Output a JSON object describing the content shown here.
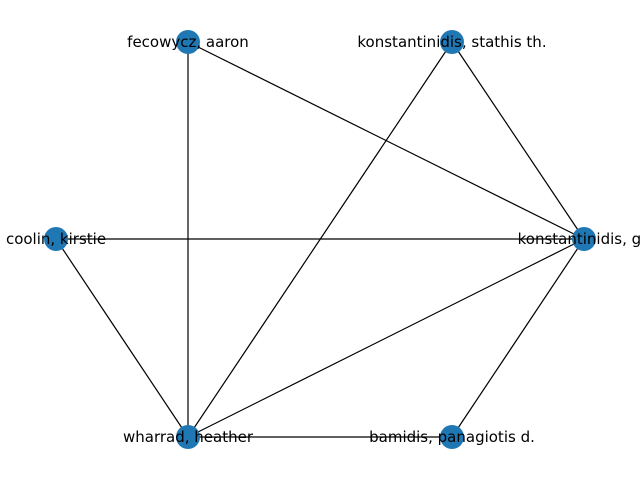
{
  "graph": {
    "node_color": "#1f77b4",
    "edge_color": "#000000",
    "nodes": [
      {
        "id": "fecowycz",
        "label": "fecowycz, aaron"
      },
      {
        "id": "konstantinidis_stathis",
        "label": "konstantinidis, stathis th."
      },
      {
        "id": "coolin",
        "label": "coolin, kirstie"
      },
      {
        "id": "konstantinidis_ge",
        "label": "konstantinidis, ge"
      },
      {
        "id": "wharrad",
        "label": "wharrad, heather"
      },
      {
        "id": "bamidis",
        "label": "bamidis, panagiotis d."
      }
    ],
    "edges": [
      [
        "fecowycz",
        "wharrad"
      ],
      [
        "fecowycz",
        "konstantinidis_ge"
      ],
      [
        "konstantinidis_stathis",
        "wharrad"
      ],
      [
        "konstantinidis_stathis",
        "konstantinidis_ge"
      ],
      [
        "coolin",
        "konstantinidis_ge"
      ],
      [
        "coolin",
        "wharrad"
      ],
      [
        "wharrad",
        "konstantinidis_ge"
      ],
      [
        "wharrad",
        "bamidis"
      ],
      [
        "konstantinidis_ge",
        "bamidis"
      ]
    ]
  }
}
